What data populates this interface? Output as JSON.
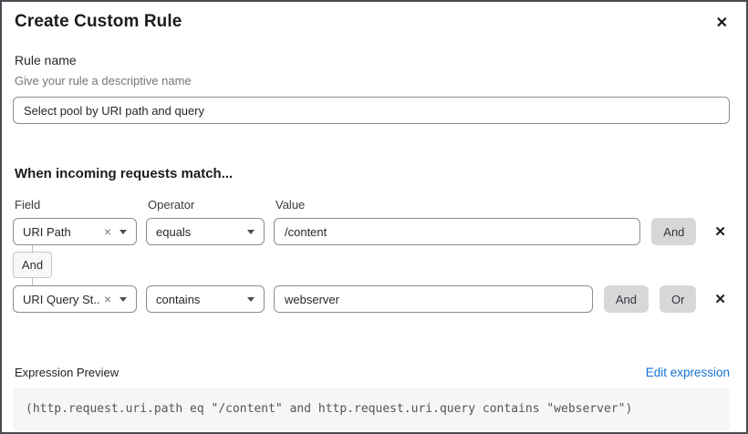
{
  "dialog": {
    "title": "Create Custom Rule"
  },
  "icons": {
    "close": "✕",
    "clear": "×",
    "delete_row": "✕"
  },
  "rule_name": {
    "label": "Rule name",
    "hint": "Give your rule a descriptive name",
    "value": "Select pool by URI path and query"
  },
  "matcher": {
    "heading": "When incoming requests match...",
    "field_label": "Field",
    "operator_label": "Operator",
    "value_label": "Value",
    "connector_label": "And",
    "rows": [
      {
        "field": "URI Path",
        "operator": "equals",
        "value": "/content",
        "and_label": "And"
      },
      {
        "field": "URI Query St...",
        "operator": "contains",
        "value": "webserver",
        "and_label": "And",
        "or_label": "Or"
      }
    ]
  },
  "expression": {
    "label": "Expression Preview",
    "edit_link": "Edit expression",
    "code": "(http.request.uri.path eq \"/content\" and http.request.uri.query contains \"webserver\")"
  },
  "colors": {
    "link_blue": "#1671d6",
    "button_gray": "#d6d7d9",
    "code_background": "#f6f6f7",
    "dialog_border": "#4b4b52"
  }
}
